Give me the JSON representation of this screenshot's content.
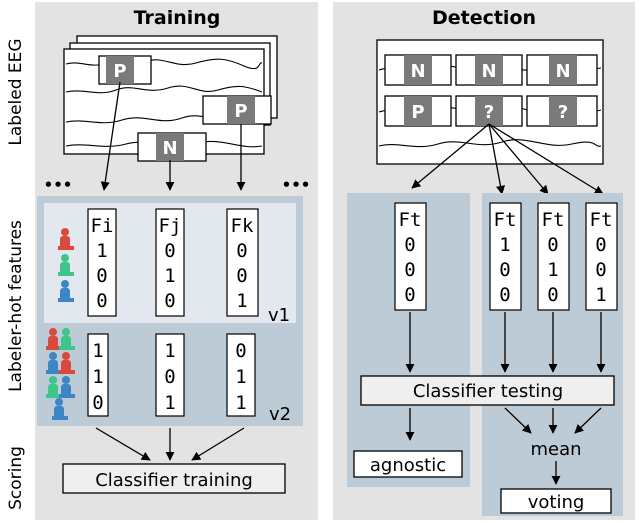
{
  "colors": {
    "panel_bg": "#e3e3e3",
    "feature_panel": "#bccbd6",
    "feature_panel_light": "#e2e8ed",
    "marker_fill": "#7a7a7a",
    "annotator_red": "#d84b3c",
    "annotator_green": "#3fc48a",
    "annotator_blue": "#3d86c6"
  },
  "icons": {
    "annotators": "person-figure-icon",
    "eeg": "waveform-icon"
  },
  "training": {
    "title": "Training",
    "ellipsis_left": "•••",
    "ellipsis_right": "•••",
    "eeg_markers": [
      "P",
      "P",
      "N"
    ],
    "features_v1": [
      {
        "name": "Fi",
        "values": [
          "1",
          "0",
          "0"
        ]
      },
      {
        "name": "Fj",
        "values": [
          "0",
          "1",
          "0"
        ]
      },
      {
        "name": "Fk",
        "values": [
          "0",
          "0",
          "1"
        ]
      }
    ],
    "version1_label": "v1",
    "features_v2": [
      {
        "values": [
          "1",
          "1",
          "0"
        ]
      },
      {
        "values": [
          "1",
          "0",
          "1"
        ]
      },
      {
        "values": [
          "0",
          "1",
          "1"
        ]
      }
    ],
    "version2_label": "v2",
    "classifier_label": "Classifier training"
  },
  "detection": {
    "title": "Detection",
    "eeg_markers": [
      "N",
      "N",
      "N",
      "P",
      "?",
      "?"
    ],
    "agnostic_feature": {
      "name": "Ft",
      "values": [
        "0",
        "0",
        "0"
      ]
    },
    "voting_features": [
      {
        "name": "Ft",
        "values": [
          "1",
          "0",
          "0"
        ]
      },
      {
        "name": "Ft",
        "values": [
          "0",
          "1",
          "0"
        ]
      },
      {
        "name": "Ft",
        "values": [
          "0",
          "0",
          "1"
        ]
      }
    ],
    "classifier_label": "Classifier testing",
    "mean_label": "mean",
    "agnostic_label": "agnostic",
    "voting_label": "voting"
  },
  "row_labels": {
    "eeg": "Labeled EEG",
    "features": "Labeler-hot features",
    "scoring": "Scoring"
  }
}
